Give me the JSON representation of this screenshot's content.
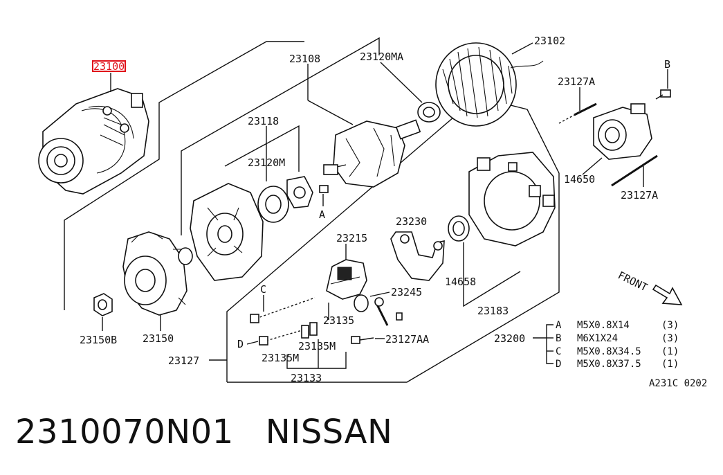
{
  "parts": {
    "p23100": "23100",
    "p23108": "23108",
    "p23120MA": "23120MA",
    "p23102": "23102",
    "p23127A_top": "23127A",
    "pB": "B",
    "p23118": "23118",
    "p23120M": "23120M",
    "pA": "A",
    "p14650": "14650",
    "p23127A_bottom": "23127A",
    "p23230": "23230",
    "p23215": "23215",
    "p14658": "14658",
    "p23245": "23245",
    "pC": "C",
    "p23135": "23135",
    "p23183": "23183",
    "pD": "D",
    "p23127AA": "23127AA",
    "p23135M_a": "23135M",
    "p23135M_b": "23135M",
    "p23150B": "23150B",
    "p23150": "23150",
    "p23127": "23127",
    "p23133": "23133",
    "p23200": "23200",
    "front": "FRONT"
  },
  "bolts": [
    {
      "letter": "A",
      "size": "M5X0.8X14",
      "qty": "(3)"
    },
    {
      "letter": "B",
      "size": "M6X1X24",
      "qty": "(3)"
    },
    {
      "letter": "C",
      "size": "M5X0.8X34.5",
      "qty": "(1)"
    },
    {
      "letter": "D",
      "size": "M5X0.8X37.5",
      "qty": "(1)"
    }
  ],
  "diagram_code": "A231C 0202",
  "caption": {
    "part_number": "2310070N01",
    "brand": "NISSAN"
  },
  "highlight_color": "#e0101a"
}
